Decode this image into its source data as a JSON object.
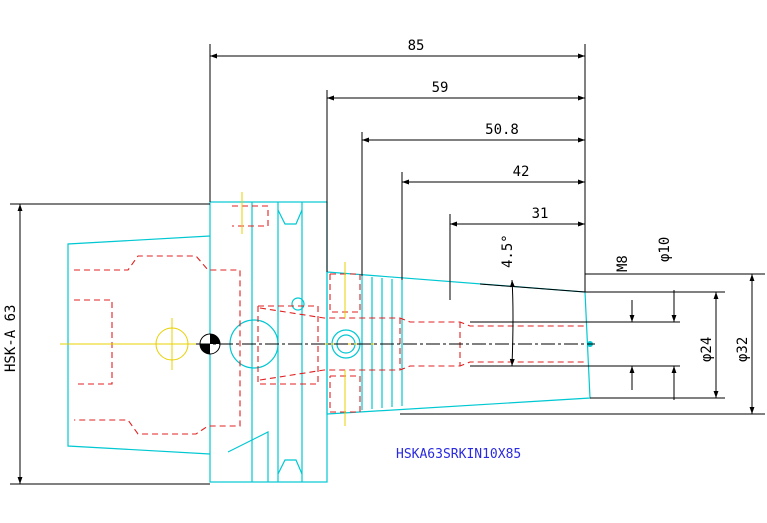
{
  "dimensions": {
    "overall_length": "85",
    "length_59": "59",
    "length_50_8": "50.8",
    "length_42": "42",
    "length_31": "31",
    "angle": "4.5°",
    "thread": "M8",
    "dia_10": "φ10",
    "dia_24": "φ24",
    "dia_32": "φ32",
    "shank": "HSK-A 63"
  },
  "part_number": "HSKA63SRKIN10X85",
  "colors": {
    "outline": "#00c8d2",
    "hidden": "#e02020",
    "center": "#e8d000",
    "dimension": "#000000",
    "label": "#2a2ae0"
  }
}
